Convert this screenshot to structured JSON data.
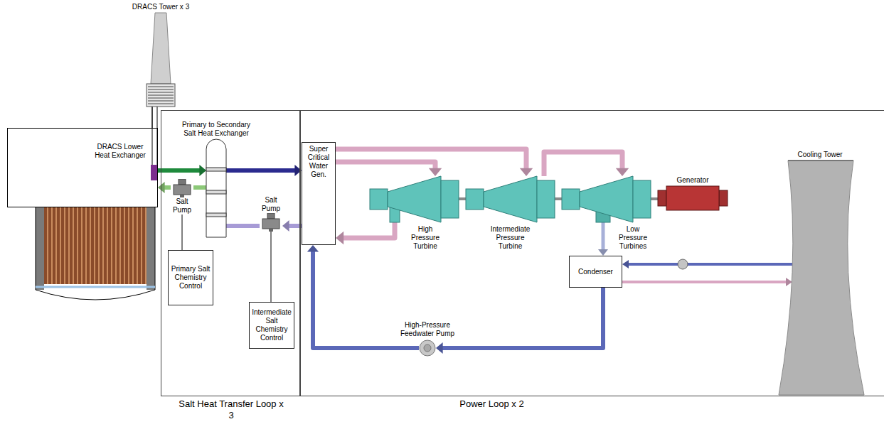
{
  "diagram": {
    "nodes": [
      {
        "text": [
          "Salt Heat Transfer Loop x 3"
        ]
      },
      {
        "text": [
          "Power Loop x 2"
        ]
      },
      {
        "text": [
          "DRACS Lower Heat Exchanger"
        ]
      },
      {
        "text": [
          "Primary to Secondary Salt Heat Exchanger"
        ],
        "in": 0
      },
      {
        "text": [
          "Salt Pump"
        ],
        "in": 0
      },
      {
        "text": [
          "Salt Pump"
        ],
        "in": 0
      },
      {
        "text": [
          "Primary Salt Chemistry Control"
        ],
        "in": 0
      },
      {
        "text": [
          "Intermediate Salt Chemistry Control"
        ],
        "in": 0
      },
      {
        "text": [
          "Super Critical Water Gen."
        ],
        "in": 1
      },
      {
        "text": [
          "High Pressure Turbine"
        ],
        "in": 1
      },
      {
        "text": [
          "Intermediate Pressure Turbine"
        ],
        "in": 1
      },
      {
        "text": [
          "Low Pressure Turbines"
        ],
        "in": 1
      },
      {
        "text": [
          "Generator"
        ],
        "in": 1
      },
      {
        "text": [
          "Condenser"
        ],
        "in": 1
      },
      {
        "text": [
          "High-Pressure Feedwater Pump"
        ],
        "in": 1
      },
      {
        "text": [
          "Cooling Tower"
        ],
        "in": 1
      },
      {
        "text": [
          "DRACS Tower x 3"
        ]
      }
    ],
    "edges": [
      {
        "from": 2,
        "to": 16,
        "arrow": "none"
      },
      {
        "from": 2,
        "to": 3,
        "arrow": "to"
      },
      {
        "from": 3,
        "to": 4,
        "arrow": "none"
      },
      {
        "from": 4,
        "to": 2,
        "arrow": "to"
      },
      {
        "from": 4,
        "to": 6,
        "arrow": "none"
      },
      {
        "from": 3,
        "to": 8,
        "arrow": "to"
      },
      {
        "from": 8,
        "to": 5,
        "arrow": "to"
      },
      {
        "from": 5,
        "to": 3,
        "arrow": "none"
      },
      {
        "from": 5,
        "to": 7,
        "arrow": "none"
      },
      {
        "from": 8,
        "to": 9,
        "arrow": "to"
      },
      {
        "from": 9,
        "to": 8,
        "arrow": "to"
      },
      {
        "from": 8,
        "to": 10,
        "arrow": "to"
      },
      {
        "from": 10,
        "to": 11,
        "arrow": "to"
      },
      {
        "from": 9,
        "to": 10,
        "arrow": "none"
      },
      {
        "from": 10,
        "to": 11,
        "arrow": "none"
      },
      {
        "from": 11,
        "to": 12,
        "arrow": "none"
      },
      {
        "from": 11,
        "to": 13,
        "arrow": "to"
      },
      {
        "from": 13,
        "to": 14,
        "arrow": "to"
      },
      {
        "from": 14,
        "to": 8,
        "arrow": "to"
      },
      {
        "from": 15,
        "to": 13,
        "arrow": "to"
      },
      {
        "from": 13,
        "to": 15,
        "arrow": "to"
      }
    ]
  }
}
